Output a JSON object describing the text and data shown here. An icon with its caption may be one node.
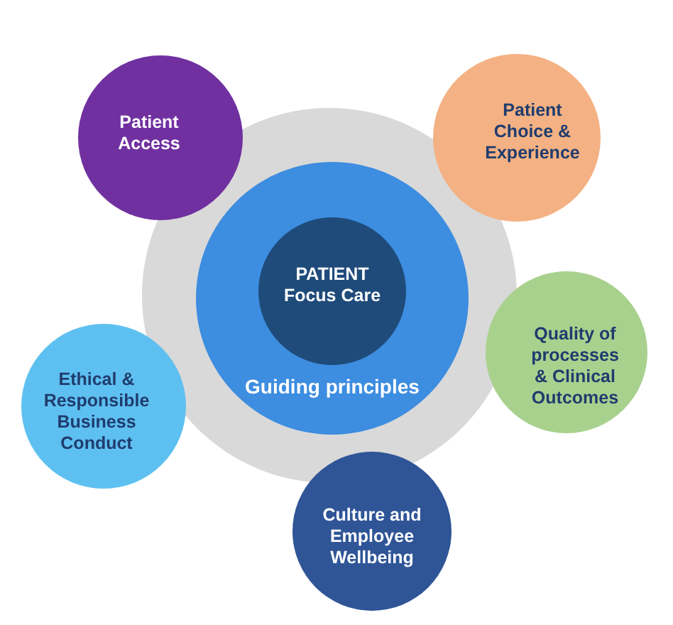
{
  "diagram": {
    "nodes": [
      {
        "text": [
          "Patient Access"
        ]
      },
      {
        "text": [
          "Patient Choice & Experience"
        ]
      },
      {
        "text": [],
        "shape": "circle"
      },
      {
        "text": [
          "Guiding principles"
        ],
        "in": 2
      },
      {
        "text": [
          "PATIENT",
          "Focus Care"
        ],
        "in": 3
      },
      {
        "text": [
          "Quality of processes & Clinical Outcomes"
        ]
      },
      {
        "text": [
          "Ethical & Responsible Business Conduct"
        ]
      },
      {
        "text": [
          "Culture and Employee Wellbeing"
        ]
      }
    ]
  }
}
